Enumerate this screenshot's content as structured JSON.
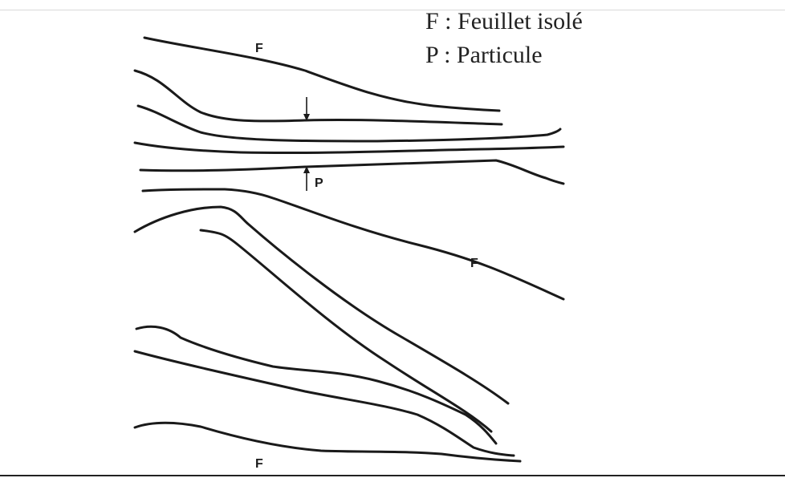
{
  "legend": {
    "f_line": "F : Feuillet isolé",
    "p_line": "P : Particule"
  },
  "labels": {
    "f": "F",
    "p": "P"
  },
  "colors": {
    "ink": "#1a1a1a",
    "background": "#ffffff"
  }
}
